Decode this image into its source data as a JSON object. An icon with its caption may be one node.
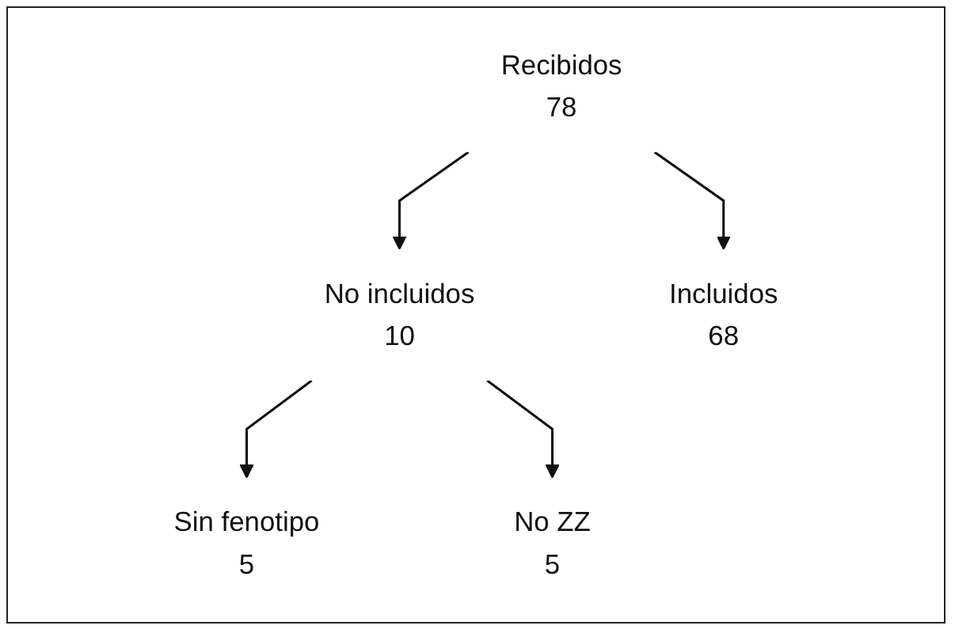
{
  "diagram": {
    "nodes": [
      {
        "text": [
          "Recibidos",
          "78"
        ]
      },
      {
        "text": [
          "No incluidos",
          "10"
        ]
      },
      {
        "text": [
          "Incluidos",
          "68"
        ]
      },
      {
        "text": [
          "Sin fenotipo",
          "5"
        ]
      },
      {
        "text": [
          "No ZZ",
          "5"
        ]
      }
    ],
    "edges": [
      {
        "from": 0,
        "to": 2,
        "arrow": "to"
      },
      {
        "from": 0,
        "to": 1,
        "arrow": "to"
      },
      {
        "from": 1,
        "to": 3,
        "arrow": "to"
      },
      {
        "from": 1,
        "to": 4,
        "arrow": "to"
      }
    ]
  }
}
